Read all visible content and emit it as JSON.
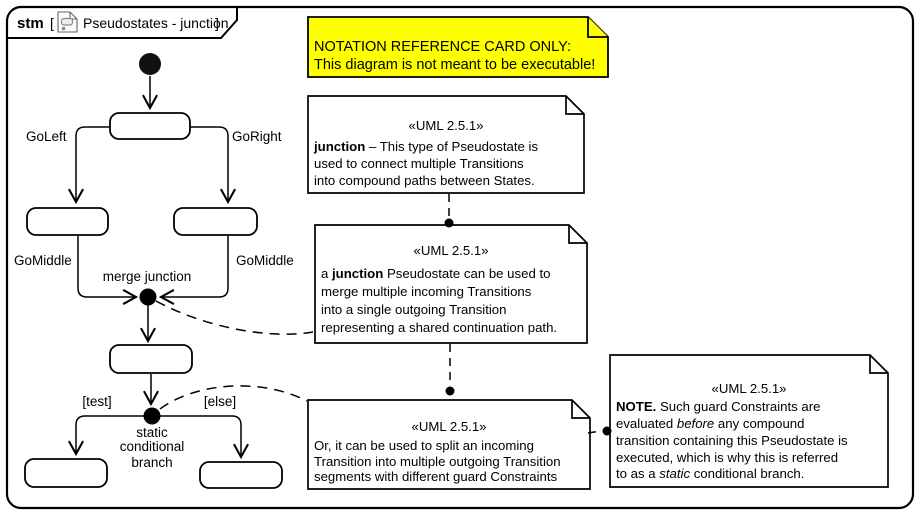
{
  "frame": {
    "kind_label": "stm",
    "open_bracket": "[",
    "close_bracket": "]",
    "title": "Pseudostates - junction"
  },
  "warning_note": {
    "line1": "NOTATION REFERENCE CARD ONLY:",
    "line2": "This diagram is not meant to be executable!",
    "fill_color": "#ffff00"
  },
  "state_machine": {
    "transition_labels": {
      "go_left": "GoLeft",
      "go_right": "GoRight",
      "go_middle_left": "GoMiddle",
      "go_middle_right": "GoMiddle",
      "guard_test": "[test]",
      "guard_else": "[else]"
    },
    "junction_labels": {
      "merge": "merge junction",
      "static_line1": "static",
      "static_line2": "conditional",
      "static_line3": "branch"
    }
  },
  "notes": {
    "note1": {
      "stereotype": "«UML 2.5.1»",
      "l1_bold": "junction",
      "l1_rest": " – This type of Pseudostate is",
      "l2": "used to connect multiple Transitions",
      "l3": "into compound paths between States."
    },
    "note2": {
      "stereotype": "«UML 2.5.1»",
      "l1_pre": "a ",
      "l1_bold": "junction",
      "l1_rest": " Pseudostate can be used to",
      "l2": "merge multiple incoming Transitions",
      "l3": "into a single outgoing Transition",
      "l4": "representing a shared continuation path."
    },
    "note3": {
      "stereotype": "«UML 2.5.1»",
      "l1": "Or, it can be used to split an incoming",
      "l2": "Transition into multiple outgoing Transition",
      "l3": "segments with different guard Constraints"
    },
    "note4": {
      "stereotype": "«UML 2.5.1»",
      "l1_bold": "NOTE.",
      "l1_rest": " Such guard Constraints are",
      "l2_pre": "evaluated ",
      "l2_italic": "before",
      "l2_rest": " any compound",
      "l3": "transition containing this Pseudostate is",
      "l4": "executed, which is why this is referred",
      "l5_pre": "to as a ",
      "l5_italic": "static",
      "l5_rest": " conditional branch."
    }
  },
  "colors": {
    "stroke": "#000000",
    "note_yellow": "#ffff00",
    "background": "#ffffff"
  }
}
